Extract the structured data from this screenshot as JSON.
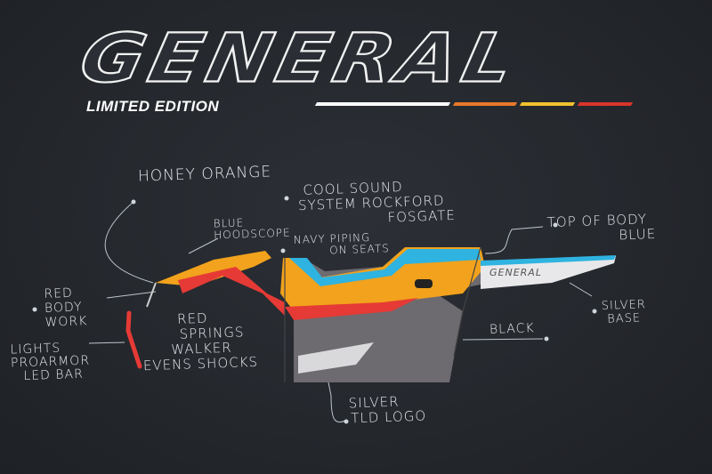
{
  "logo": {
    "title": "GENERAL",
    "subtitle": "LIMITED EDITION",
    "stripe_colors": [
      "#ffffff",
      "#e8782a",
      "#f2c12e",
      "#d9352b"
    ]
  },
  "sketch": {
    "body_text": "GENERAL",
    "colors": {
      "orange": "#f2a21c",
      "blue": "#2fb3e0",
      "red": "#e53a35",
      "grey": "#6d6a70",
      "silver": "#d9d9dc"
    }
  },
  "annotations": {
    "honey_orange": "Honey Orange",
    "sound_line1": "Cool Sound",
    "sound_line2": "System Rockford",
    "sound_line3": "Fosgate",
    "hoodscope_line1": "Blue",
    "hoodscope_line2": "Hoodscope",
    "piping_line1": "Navy Piping",
    "piping_line2": "on Seats",
    "top_line1": "Top of Body",
    "top_line2": "Blue",
    "red_line1": "Red",
    "red_line2": "Body",
    "red_line3": "Work",
    "lights_line1": "Lights",
    "lights_line2": "ProArmor",
    "lights_line3": "LED Bar",
    "springs_line1": "Red",
    "springs_line2": "Springs",
    "springs_line3": "Walker",
    "springs_line4": "Evens Shocks",
    "silver_base_line1": "Silver",
    "silver_base_line2": "Base",
    "black": "Black",
    "logo_line1": "Silver",
    "logo_line2": "TLD Logo"
  }
}
